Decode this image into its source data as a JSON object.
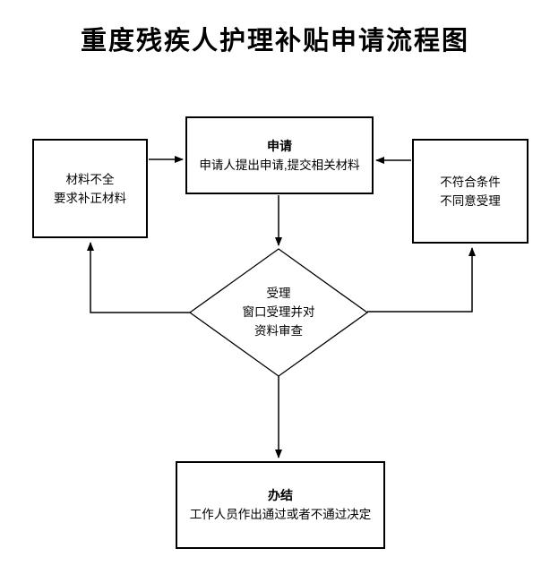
{
  "title": "重度残疾人护理补贴申请流程图",
  "colors": {
    "background": "#ffffff",
    "line": "#000000",
    "text": "#000000"
  },
  "flowchart": {
    "nodes": {
      "apply": {
        "heading": "申请",
        "body": "申请人提出申请,提交相关材料"
      },
      "incomplete": {
        "line1": "材料不全",
        "line2": "要求补正材料"
      },
      "reject": {
        "line1": "不符合条件",
        "line2": "不同意受理"
      },
      "review": {
        "line1": "受理",
        "line2": "窗口受理并对",
        "line3": "资料审查"
      },
      "complete": {
        "heading": "办结",
        "body": "工作人员作出通过或者不通过决定"
      }
    }
  }
}
